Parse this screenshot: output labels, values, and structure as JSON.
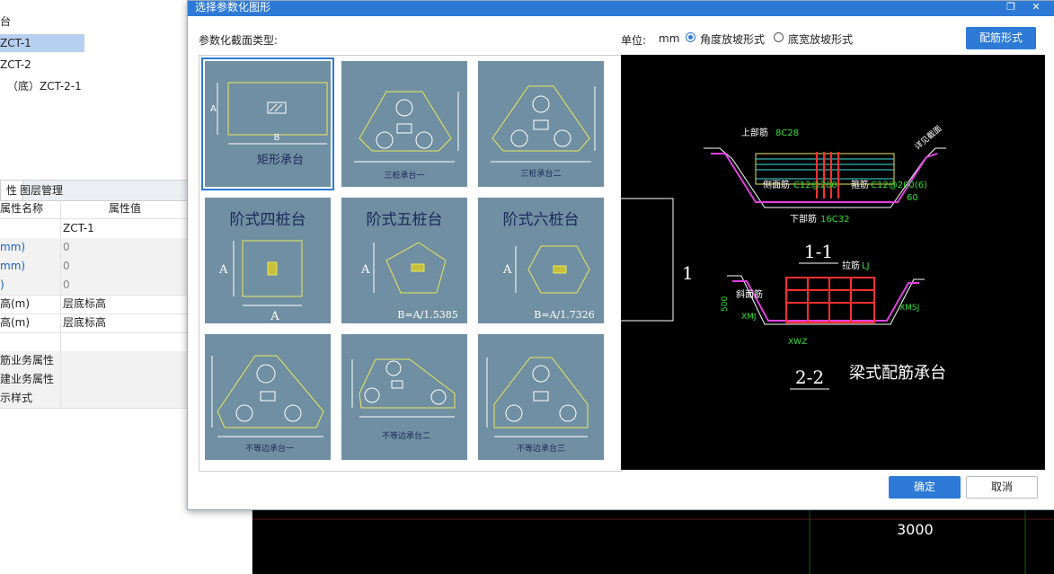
{
  "left_panel": {
    "tree": [
      {
        "label": "台"
      },
      {
        "label": "ZCT-1"
      },
      {
        "label": "ZCT-2"
      },
      {
        "label": "（底）ZCT-2-1"
      }
    ],
    "tabs": [
      "性",
      "图层管理"
    ],
    "prop_headers": [
      "属性名称",
      "属性值"
    ],
    "props": [
      {
        "name": "",
        "value": "ZCT-1"
      },
      {
        "name": "mm)",
        "value": "0"
      },
      {
        "name": "mm)",
        "value": "0"
      },
      {
        "name": ")",
        "value": "0"
      },
      {
        "name": "高(m)",
        "value": "层底标高"
      },
      {
        "name": "高(m)",
        "value": "层底标高"
      },
      {
        "name": "",
        "value": ""
      },
      {
        "name": "筋业务属性",
        "value": ""
      },
      {
        "name": "建业务属性",
        "value": ""
      },
      {
        "name": "示样式",
        "value": ""
      }
    ]
  },
  "canvas": {
    "dimension": "3000"
  },
  "dialog": {
    "title": "选择参数化图形",
    "min_icon": "restore-icon",
    "close_icon": "close-icon",
    "section_type_label": "参数化截面类型:",
    "unit_label": "单位:",
    "unit_value": "mm",
    "radio_angle": "角度放坡形式",
    "radio_width": "底宽放坡形式",
    "rebar_button": "配筋形式",
    "ok_button": "确定",
    "cancel_button": "取消",
    "gallery": [
      {
        "name": "矩形承台",
        "label_a": "A",
        "label_b": "B"
      },
      {
        "name": "三桩承台一"
      },
      {
        "name": "三桩承台二"
      },
      {
        "name": "阶式四桩台",
        "label_a": "A"
      },
      {
        "name": "阶式五桩台",
        "formula": "B=A/1.5385",
        "label_a": "A"
      },
      {
        "name": "阶式六桩台",
        "formula": "B=A/1.7326",
        "label_a": "A"
      },
      {
        "name": "不等边承台一"
      },
      {
        "name": "不等边承台二"
      },
      {
        "name": "不等边承台三"
      }
    ],
    "preview": {
      "top_bar": "上部筋",
      "top_bar_val": "8C28",
      "side_bar": "侧面筋",
      "side_bar_val": "C12@200",
      "stirrup": "箍筋",
      "stirrup_val": "C12@200(6)",
      "bottom_bar": "下部筋",
      "bottom_bar_val": "16C32",
      "section1": "1-1",
      "section2": "2-2",
      "mark": "1",
      "tie_bar": "拉筋",
      "tie_val": "LJ",
      "xmj": "斜面筋",
      "xmj_code": "XMJ",
      "xwz": "XWZ",
      "xmsj": "XMSJ",
      "dim500": "500",
      "dim60": "60",
      "caption": "梁式配筋承台",
      "slope_text": "详见截面"
    }
  }
}
